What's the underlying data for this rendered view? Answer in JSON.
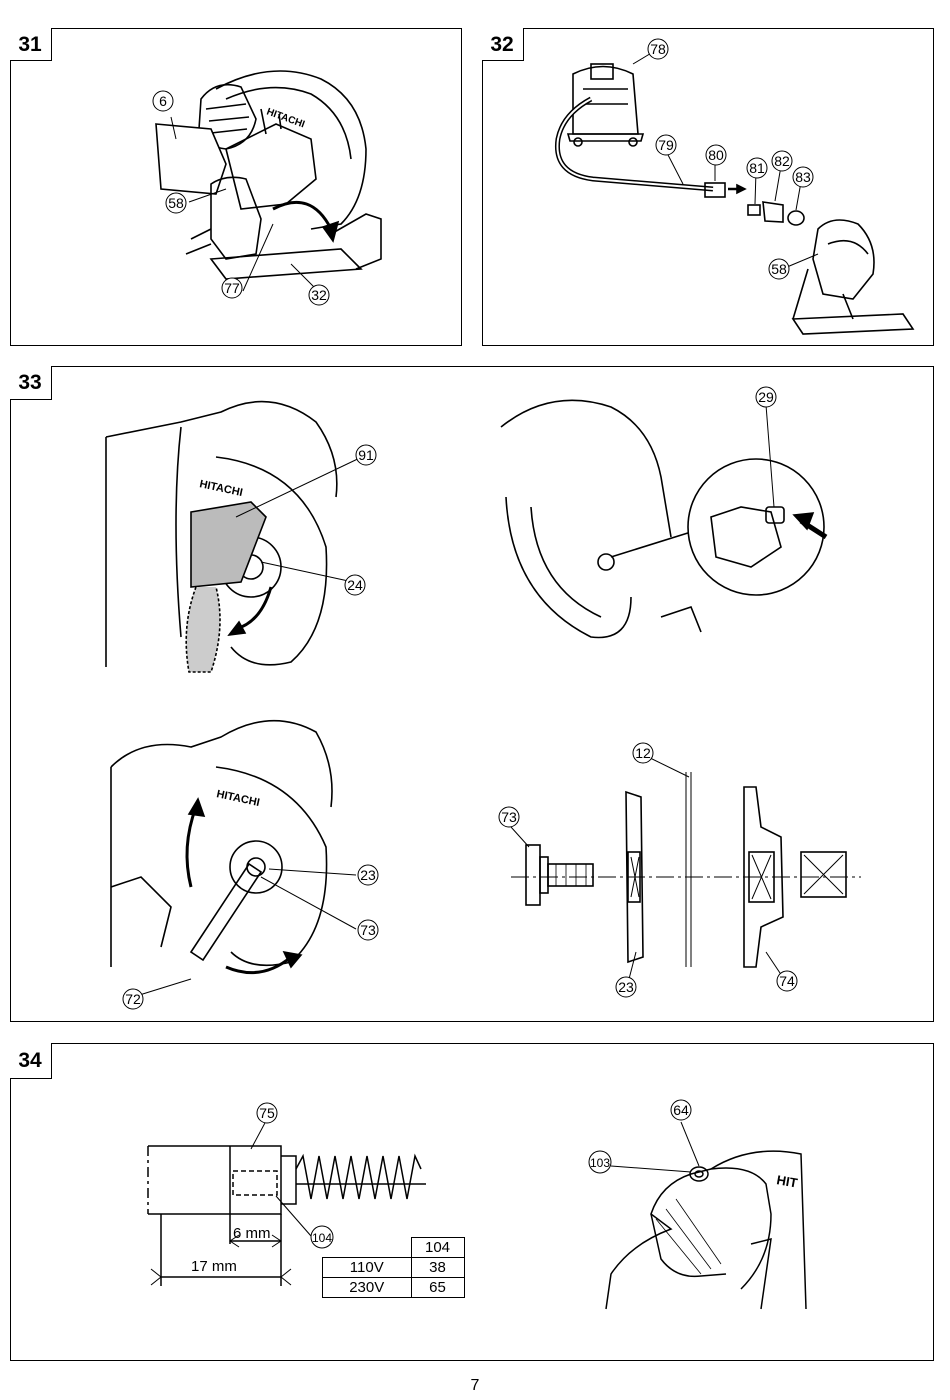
{
  "panels": {
    "p31": {
      "number": "31",
      "callouts": [
        "6",
        "58",
        "77",
        "32"
      ],
      "brand": "HITACHI"
    },
    "p32": {
      "number": "32",
      "callouts": [
        "78",
        "79",
        "80",
        "81",
        "82",
        "83",
        "58"
      ]
    },
    "p33": {
      "number": "33",
      "callouts_top_left": [
        "91",
        "24"
      ],
      "brand": "HITACHI",
      "callouts_top_right": [
        "29"
      ],
      "callouts_bottom_left": [
        "23",
        "73",
        "72"
      ],
      "callouts_bottom_right": [
        "12",
        "73",
        "23",
        "74"
      ]
    },
    "p34": {
      "number": "34",
      "callouts_left": [
        "75",
        "104"
      ],
      "dim_short": "6 mm",
      "dim_long": "17 mm",
      "table": {
        "header": "104",
        "rows": [
          {
            "voltage": "110V",
            "value": "38"
          },
          {
            "voltage": "230V",
            "value": "65"
          }
        ]
      },
      "callouts_right": [
        "64",
        "103"
      ],
      "brand_partial": "HIT"
    }
  },
  "page_number": "7"
}
